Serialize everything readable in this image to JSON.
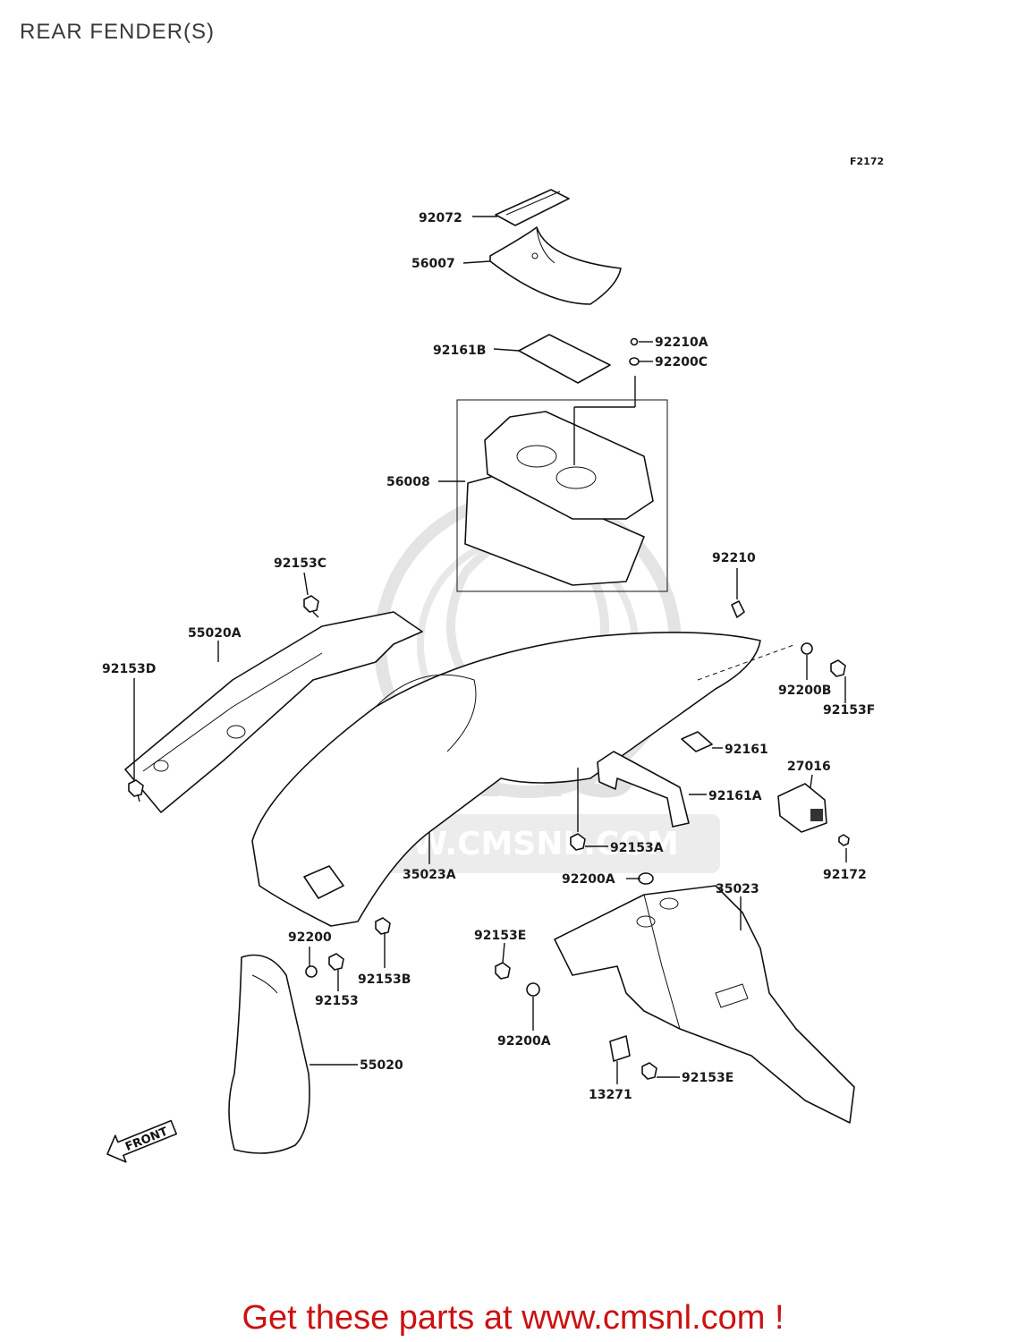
{
  "title": "REAR FENDER(S)",
  "diagram_code": "F2172",
  "watermark": {
    "logo_text": "CMS",
    "url_text": "WWW.CMSNL.COM"
  },
  "direction_label": "FRONT",
  "parts": [
    {
      "id": "92072"
    },
    {
      "id": "56007"
    },
    {
      "id": "92161B"
    },
    {
      "id": "92210A"
    },
    {
      "id": "92200C"
    },
    {
      "id": "56008"
    },
    {
      "id": "92210"
    },
    {
      "id": "92153C"
    },
    {
      "id": "55020A"
    },
    {
      "id": "92153D"
    },
    {
      "id": "92200B"
    },
    {
      "id": "92153F"
    },
    {
      "id": "92161"
    },
    {
      "id": "27016"
    },
    {
      "id": "92161A"
    },
    {
      "id": "92153A"
    },
    {
      "id": "35023A"
    },
    {
      "id": "92172"
    },
    {
      "id": "92200A"
    },
    {
      "id": "35023"
    },
    {
      "id": "92200"
    },
    {
      "id": "92153E"
    },
    {
      "id": "92153B"
    },
    {
      "id": "92153"
    },
    {
      "id": "92200A"
    },
    {
      "id": "55020"
    },
    {
      "id": "13271"
    },
    {
      "id": "92153E"
    }
  ],
  "cta": "Get these parts at www.cmsnl.com !",
  "colors": {
    "cta": "#cc1111",
    "watermark": "#e2e2e2"
  }
}
